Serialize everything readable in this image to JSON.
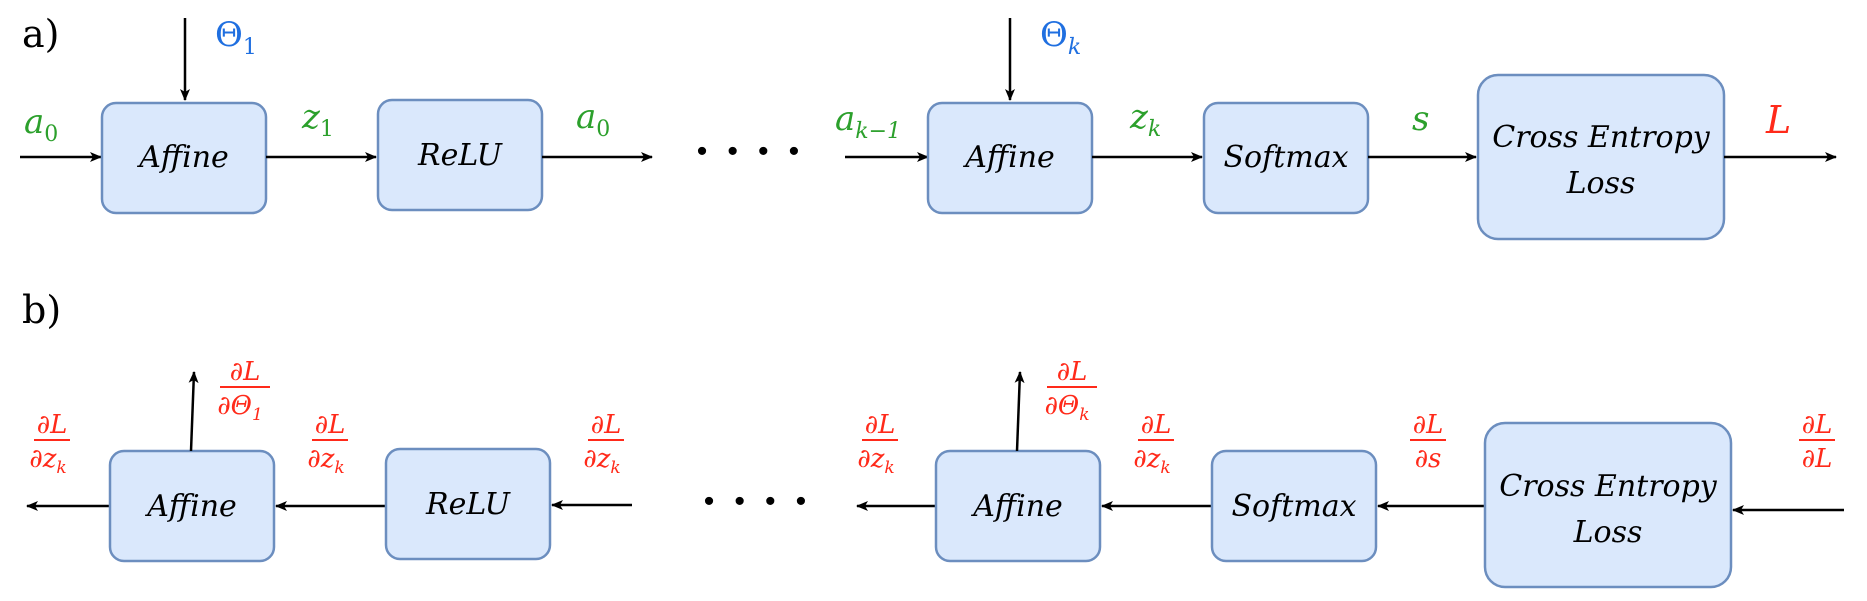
{
  "panel_a": {
    "label": "a)",
    "inputs": {
      "a0_left": {
        "base": "a",
        "sub": "0"
      },
      "z1": {
        "base": "z",
        "sub": "1"
      },
      "a0_right": {
        "base": "a",
        "sub": "0"
      },
      "ak1": {
        "base": "a",
        "sub": "k−1"
      },
      "zk": {
        "base": "z",
        "sub": "k"
      },
      "s": "s",
      "L": "L"
    },
    "params": {
      "theta1": {
        "base": "Θ",
        "sub": "1"
      },
      "thetak": {
        "base": "Θ",
        "sub": "k"
      }
    },
    "boxes": {
      "affine1": "Affine",
      "relu": "ReLU",
      "affinek": "Affine",
      "softmax": "Softmax",
      "cel_line1": "Cross Entropy",
      "cel_line2": "Loss"
    },
    "ellipsis": "· · · ·"
  },
  "panel_b": {
    "label": "b)",
    "boxes": {
      "affine1": "Affine",
      "relu": "ReLU",
      "affinek": "Affine",
      "softmax": "Softmax",
      "cel_line1": "Cross Entropy",
      "cel_line2": "Loss"
    },
    "grads": {
      "dL_dzk_1": {
        "num": "∂L",
        "den": "∂z",
        "den_sub": "k"
      },
      "dL_dtheta1": {
        "num": "∂L",
        "den": "∂Θ",
        "den_sub": "1"
      },
      "dL_dzk_2": {
        "num": "∂L",
        "den": "∂z",
        "den_sub": "k"
      },
      "dL_dzk_3": {
        "num": "∂L",
        "den": "∂z",
        "den_sub": "k"
      },
      "dL_dzk_4": {
        "num": "∂L",
        "den": "∂z",
        "den_sub": "k"
      },
      "dL_dthetak": {
        "num": "∂L",
        "den": "∂Θ",
        "den_sub": "k"
      },
      "dL_dzk_5": {
        "num": "∂L",
        "den": "∂z",
        "den_sub": "k"
      },
      "dL_ds": {
        "num": "∂L",
        "den": "∂s",
        "den_sub": ""
      },
      "dL_dL": {
        "num": "∂L",
        "den": "∂L",
        "den_sub": ""
      }
    },
    "ellipsis": "· · · ·"
  },
  "colors": {
    "box_fill": "#dae8fc",
    "box_stroke": "#6c8ebf",
    "variable": "#2ca02c",
    "parameter": "#1f6fe0",
    "gradient": "#ff2a1a"
  }
}
